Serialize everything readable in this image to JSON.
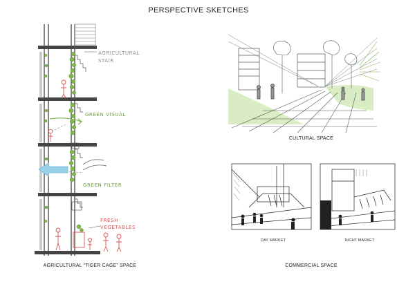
{
  "title": "PERSPECTIVE SKETCHES",
  "section": {
    "caption": "AGRICULTURAL “TIGER CAGE” SPACE",
    "labels": {
      "agricultural_stair": [
        "AGRICULTURAL",
        "STAIR"
      ],
      "green_visual": "GREEN VISUAL",
      "green_filter": "GREEN FILTER",
      "fresh_vegetables": [
        "FRESH",
        "VEGETABLES"
      ]
    }
  },
  "cultural": {
    "caption": "CULTURAL SPACE"
  },
  "commercial": {
    "caption": "COMMERCIAL SPACE",
    "day_label": "DAY MARKET",
    "night_label": "NIGHT MARKET"
  },
  "colors": {
    "green": "#7fb54a",
    "red": "#d9534f",
    "blue": "#6fb6d8",
    "ink": "#333333",
    "grey": "#888888"
  }
}
